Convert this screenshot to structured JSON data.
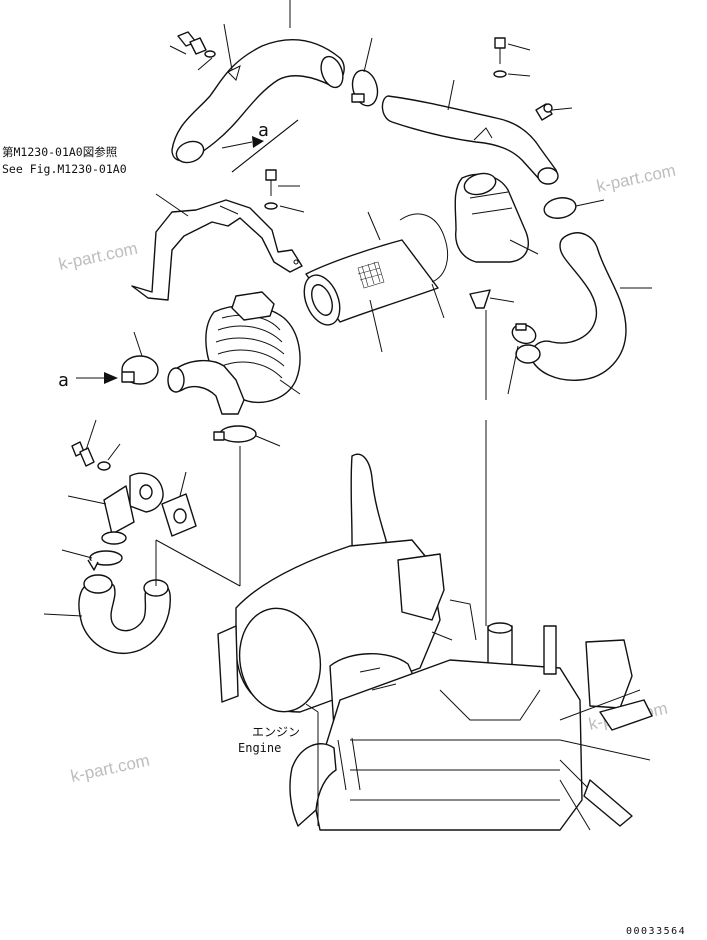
{
  "reference_label_jp": "第M1230-01A0図参照",
  "reference_label_en": "See Fig.M1230-01A0",
  "arrow_label_1": "a",
  "arrow_label_2": "a",
  "engine_label_jp": "エンジン",
  "engine_label_en": "Engine",
  "figure_number": "00033564",
  "watermarks": [
    "k-part.com",
    "k-part.com",
    "k-part.com",
    "k-part.com"
  ]
}
